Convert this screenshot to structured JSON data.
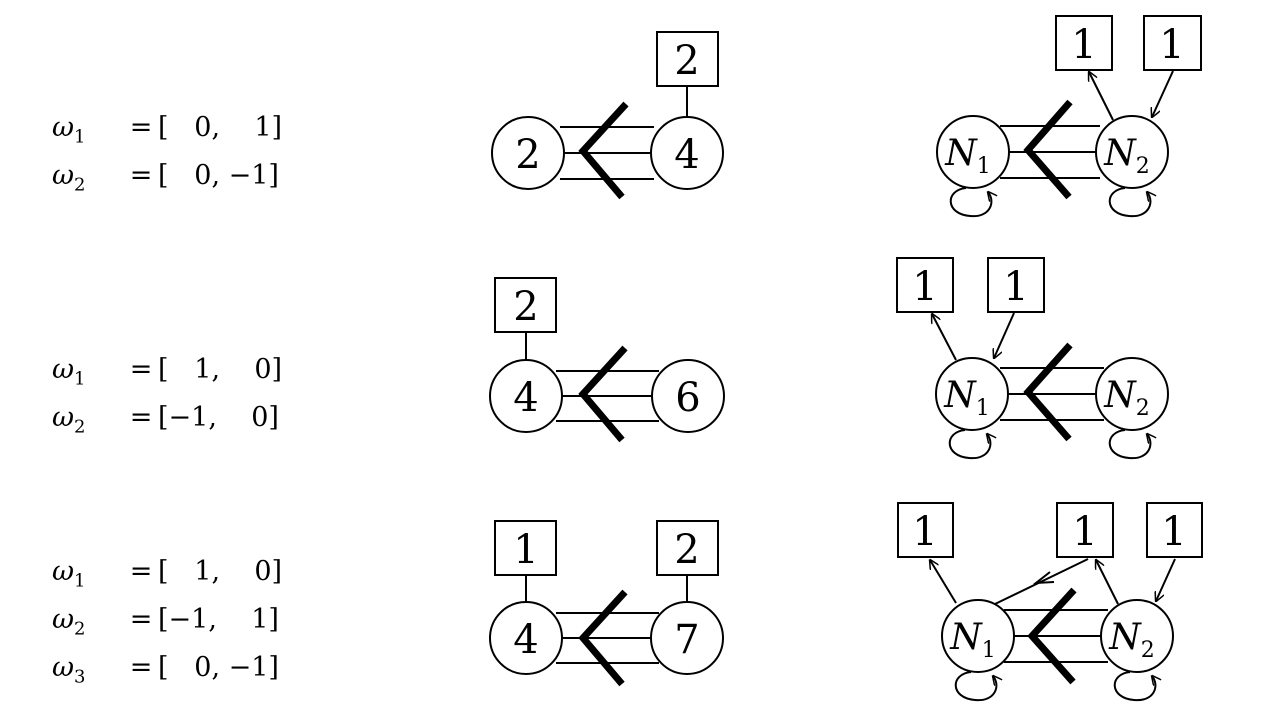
{
  "rows": [
    {
      "equations": [
        {
          "symbol": "ω",
          "index": "1",
          "vector": "[   0,    1]"
        },
        {
          "symbol": "ω",
          "index": "2",
          "vector": "[   0, −1]"
        }
      ],
      "quiver": {
        "left_node": "2",
        "right_node": "4",
        "boxes": [
          "2"
        ]
      },
      "graph": {
        "left_node": "N",
        "left_index": "1",
        "right_node": "N",
        "right_index": "2",
        "boxes": [
          "1",
          "1"
        ]
      }
    },
    {
      "equations": [
        {
          "symbol": "ω",
          "index": "1",
          "vector": "[   1,    0]"
        },
        {
          "symbol": "ω",
          "index": "2",
          "vector": "[−1,    0]"
        }
      ],
      "quiver": {
        "left_node": "4",
        "right_node": "6",
        "boxes": [
          "2"
        ]
      },
      "graph": {
        "left_node": "N",
        "left_index": "1",
        "right_node": "N",
        "right_index": "2",
        "boxes": [
          "1",
          "1"
        ]
      }
    },
    {
      "equations": [
        {
          "symbol": "ω",
          "index": "1",
          "vector": "[   1,    0]"
        },
        {
          "symbol": "ω",
          "index": "2",
          "vector": "[−1,    1]"
        },
        {
          "symbol": "ω",
          "index": "3",
          "vector": "[   0, −1]"
        }
      ],
      "quiver": {
        "left_node": "4",
        "right_node": "7",
        "boxes": [
          "1",
          "2"
        ]
      },
      "graph": {
        "left_node": "N",
        "left_index": "1",
        "right_node": "N",
        "right_index": "2",
        "boxes": [
          "1",
          "1",
          "1"
        ]
      }
    }
  ]
}
